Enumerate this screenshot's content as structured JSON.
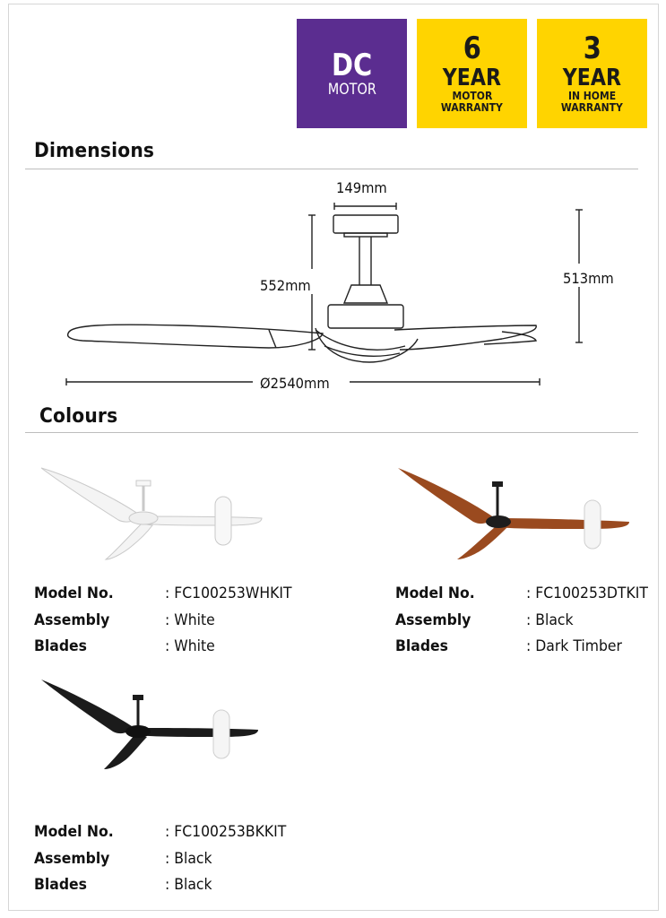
{
  "badges": {
    "dc": {
      "line1": "DC",
      "line2": "MOTOR",
      "bg": "#5b2d90"
    },
    "motor_warranty": {
      "number": "6",
      "unit": "YEAR",
      "line1": "MOTOR",
      "line2": "WARRANTY",
      "bg": "#ffd400"
    },
    "home_warranty": {
      "number": "3",
      "unit": "YEAR",
      "line1": "IN HOME",
      "line2": "WARRANTY",
      "bg": "#ffd400"
    }
  },
  "dimensions": {
    "title": "Dimensions",
    "motor_width": "149mm",
    "drop_height": "552mm",
    "overall_height": "513mm",
    "diameter": "Ø2540mm"
  },
  "colours": {
    "title": "Colours",
    "items": [
      {
        "model_key": "Model No.",
        "model": ": FC100253WHKIT",
        "assembly_key": "Assembly",
        "assembly": ": White",
        "blades_key": "Blades",
        "blades": ": White",
        "blade_color": "#f4f4f4",
        "body_color": "#f2f2f2"
      },
      {
        "model_key": "Model No.",
        "model": ": FC100253DTKIT",
        "assembly_key": "Assembly",
        "assembly": ": Black",
        "blades_key": "Blades",
        "blades": ": Dark Timber",
        "blade_color": "#9a4a1f",
        "body_color": "#1d1d1d"
      },
      {
        "model_key": "Model No.",
        "model": ": FC100253BKKIT",
        "assembly_key": "Assembly",
        "assembly": ": Black",
        "blades_key": "Blades",
        "blades": ": Black",
        "blade_color": "#1b1b1b",
        "body_color": "#1b1b1b"
      }
    ]
  }
}
